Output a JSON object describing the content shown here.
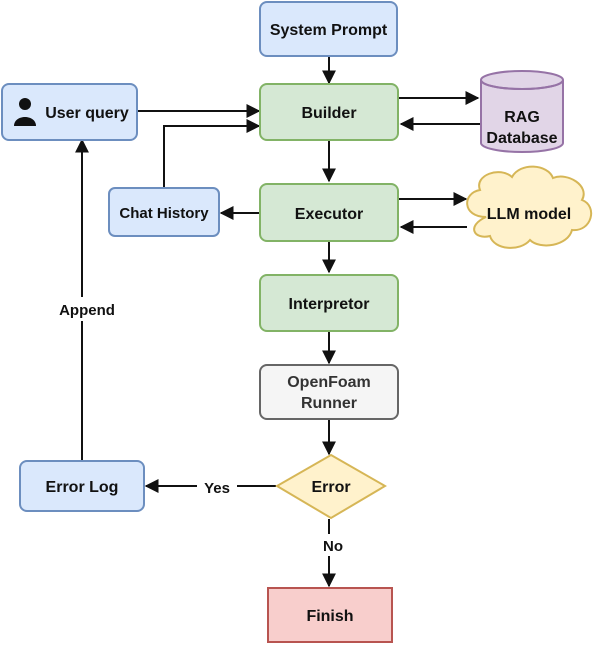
{
  "nodes": {
    "system_prompt": {
      "label": "System Prompt"
    },
    "builder": {
      "label": "Builder"
    },
    "user_query": {
      "label": "User query"
    },
    "rag_database": {
      "line1": "RAG",
      "line2": "Database"
    },
    "chat_history": {
      "label": "Chat History"
    },
    "executor": {
      "label": "Executor"
    },
    "llm_model": {
      "label": "LLM model"
    },
    "interpretor": {
      "label": "Interpretor"
    },
    "openfoam_runner": {
      "line1": "OpenFoam",
      "line2": "Runner"
    },
    "error": {
      "label": "Error"
    },
    "error_log": {
      "label": "Error Log"
    },
    "finish": {
      "label": "Finish"
    }
  },
  "edges": {
    "append": "Append",
    "yes": "Yes",
    "no": "No"
  },
  "colors": {
    "blue_fill": "#dae8fc",
    "blue_stroke": "#6c8ebf",
    "green_fill": "#d5e8d4",
    "green_stroke": "#82b366",
    "purple_fill": "#e1d5e7",
    "purple_stroke": "#9673a6",
    "yellow_fill": "#fff2cc",
    "yellow_stroke": "#d6b656",
    "gray_fill": "#f5f5f5",
    "gray_stroke": "#666666",
    "red_fill": "#f8cecc",
    "red_stroke": "#b85450"
  }
}
